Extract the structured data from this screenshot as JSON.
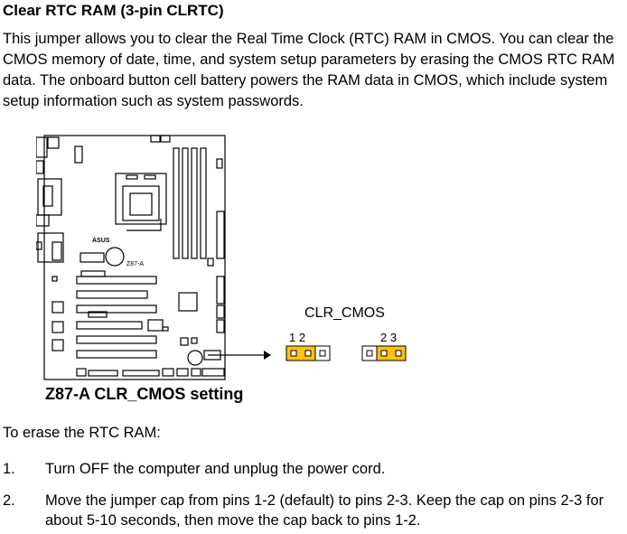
{
  "heading": "Clear RTC RAM (3-pin CLRTC)",
  "intro_text": "This jumper allows you to clear the Real Time Clock (RTC) RAM in CMOS. You can clear the CMOS memory of date, time, and system setup parameters by erasing the CMOS RTC RAM data. The onboard button cell battery powers the RAM data in CMOS, which include system setup information such as system passwords.",
  "diagram": {
    "board_model": "Z87-A",
    "brand": "ASUS",
    "caption": "Z87-A CLR_CMOS setting",
    "jumper_label": "CLR_CMOS",
    "left_pins_label": "1  2",
    "right_pins_label": "2  3",
    "colors": {
      "cap": "#ffc20e",
      "outline": "#000000"
    }
  },
  "steps_intro": "To erase the RTC RAM:",
  "steps": [
    {
      "num": "1.",
      "text": "Turn OFF the computer and unplug the power cord."
    },
    {
      "num": "2.",
      "text": "Move the jumper cap from pins 1-2 (default) to pins 2-3. Keep the cap on pins 2-3 for about 5-10 seconds, then move the cap back to pins 1-2."
    }
  ]
}
